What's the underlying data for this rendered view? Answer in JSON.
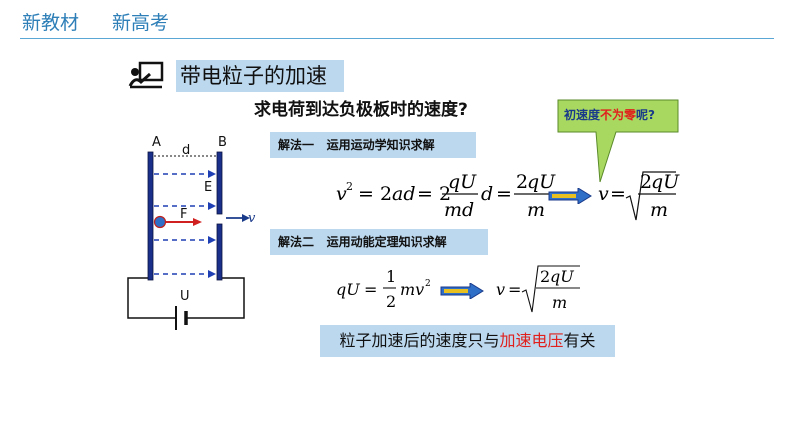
{
  "header": {
    "tag1": "新教材",
    "tag2": "新高考"
  },
  "section_title": "带电粒子的加速",
  "question": "求电荷到达负极板时的速度?",
  "method1": {
    "name": "解法一",
    "desc": "运用运动学知识求解"
  },
  "method2": {
    "name": "解法二",
    "desc": "运用动能定理知识求解"
  },
  "callout": {
    "part1": "初速度",
    "part2": "不为零",
    "part3": "呢?"
  },
  "conclusion": {
    "prefix": "粒子加速后的速度只与",
    "highlight": "加速电压",
    "suffix": "有关"
  },
  "diagram": {
    "label_a": "A",
    "label_b": "B",
    "label_d": "d",
    "label_e": "E",
    "label_f": "F",
    "label_v": "v",
    "label_u": "U"
  },
  "colors": {
    "accent": "#2e7fb8",
    "box_bg": "#bcd8ee",
    "highlight": "#e0201c",
    "callout_bg": "#a8d860",
    "field_lines": "#1f3fb4"
  },
  "icons": [
    "teacher-board-icon",
    "arrow-right-icon"
  ]
}
